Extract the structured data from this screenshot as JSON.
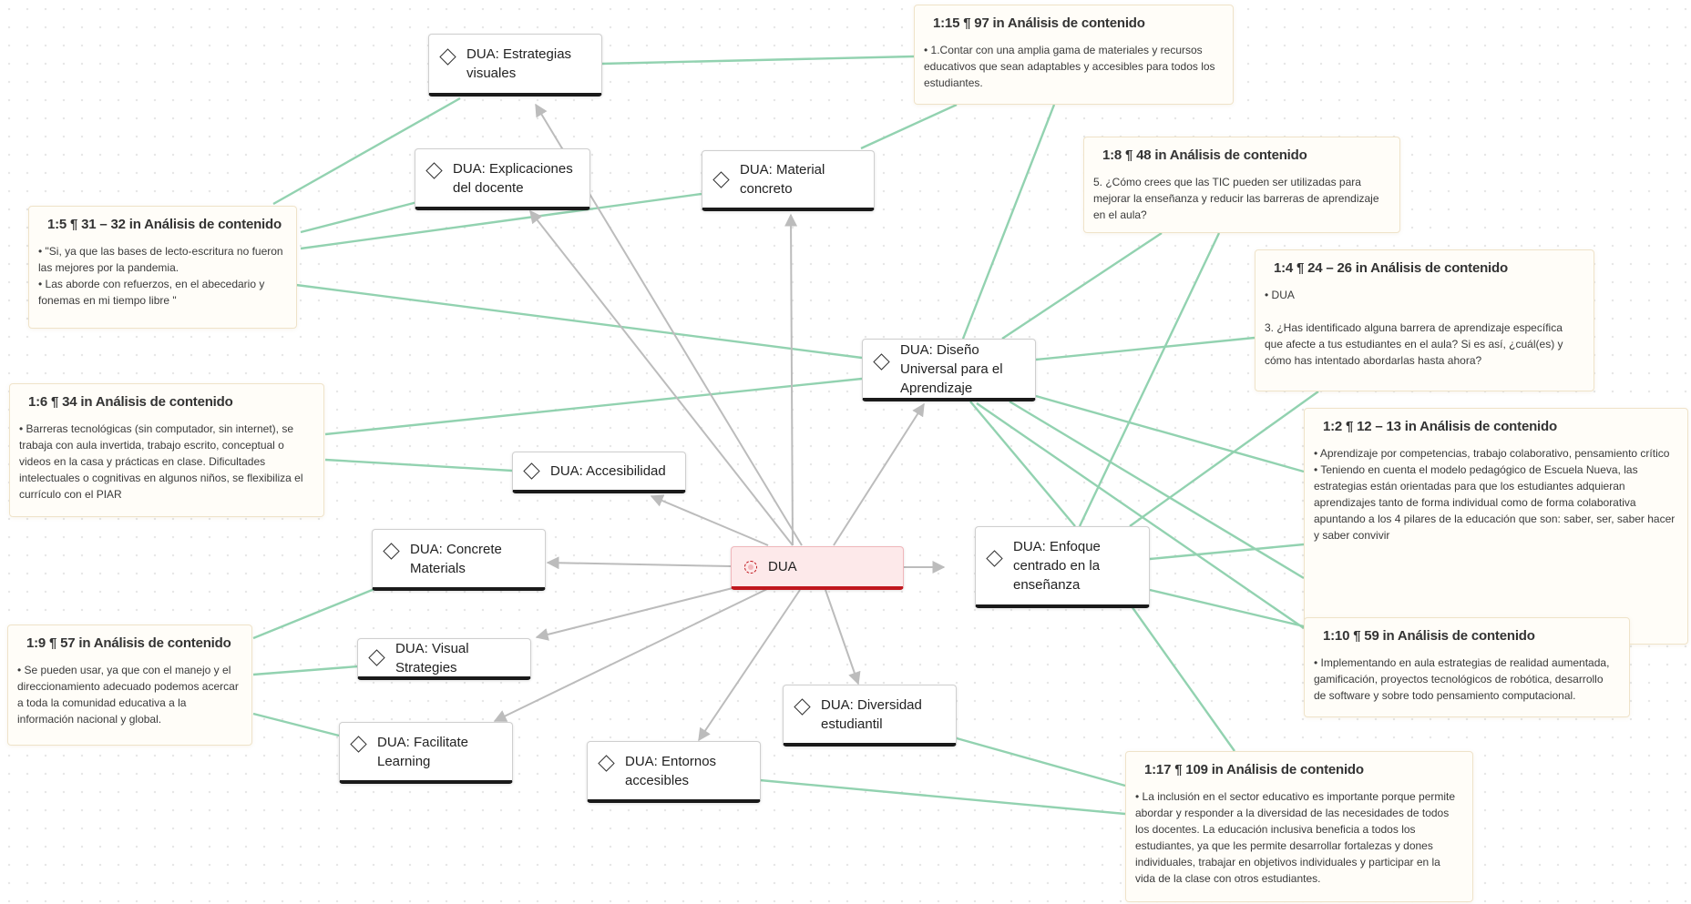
{
  "colors": {
    "link_line": "#92d2b0",
    "arrow_line": "#bcbcbc",
    "core_fill": "#fde9ea",
    "core_border": "#c0171d",
    "note_fill": "#fffdf8"
  },
  "core": {
    "label": "DUA",
    "icon": "code-group-icon"
  },
  "codes": {
    "estrategias_visuales": "DUA: Estrategias visuales",
    "explicaciones_docente": "DUA: Explicaciones del docente",
    "material_concreto": "DUA: Material concreto",
    "diseno_universal": "DUA: Diseño Universal para el Aprendizaje",
    "accesibilidad": "DUA: Accesibilidad",
    "concrete_materials": "DUA: Concrete Materials",
    "visual_strategies": "DUA: Visual Strategies",
    "facilitate_learning": "DUA: Facilitate Learning",
    "entornos_accesibles": "DUA: Entornos accesibles",
    "diversidad_estudiantil": "DUA: Diversidad estudiantil",
    "enfoque_ensenanza": "DUA: Enfoque centrado en la enseñanza"
  },
  "quotes": {
    "q1_15": {
      "title": "1:15 ¶ 97 in Análisis de contenido",
      "text": "•           1.Contar con una amplia gama de materiales y recursos educativos que sean adaptables y accesibles para todos los estudiantes."
    },
    "q1_8": {
      "title": "1:8 ¶ 48 in Análisis de contenido",
      "text": "5. ¿Cómo crees que las TIC pueden ser utilizadas para mejorar la enseñanza y reducir las barreras de aprendizaje en el aula?"
    },
    "q1_5": {
      "title": "1:5 ¶ 31 – 32 in Análisis de contenido",
      "text": "•           \"Si, ya que las bases de lecto-escritura no fueron las mejores por la pandemia.\n•           Las aborde con refuerzos, en el abecedario y fonemas en mi tiempo libre \""
    },
    "q1_4": {
      "title": "1:4 ¶ 24 – 26 in Análisis de contenido",
      "text": "•           DUA\n\n3. ¿Has identificado alguna barrera de aprendizaje específica que afecte a tus estudiantes en el aula? Si es así, ¿cuál(es) y cómo has intentado abordarlas hasta ahora?"
    },
    "q1_6": {
      "title": "1:6 ¶ 34 in Análisis de contenido",
      "text": "•           Barreras tecnológicas (sin computador, sin internet), se trabaja con aula invertida, trabajo escrito, conceptual o videos en la casa y prácticas en clase. Dificultades intelectuales o cognitivas en algunos niños, se flexibiliza el currículo con el PIAR"
    },
    "q1_2": {
      "title": "1:2 ¶ 12 – 13 in Análisis de contenido",
      "text": "•           Aprendizaje por competencias, trabajo colaborativo, pensamiento crítico\n•           Teniendo en cuenta el modelo pedagógico de Escuela Nueva, las estrategias están orientadas para que los estudiantes adquieran aprendizajes tanto de forma individual como de forma colaborativa apuntando a los 4 pilares de la educación que son: saber, ser, saber hacer y saber convivir"
    },
    "q1_9": {
      "title": "1:9 ¶ 57 in Análisis de contenido",
      "text": "•           Se pueden usar, ya que con el manejo y el direccionamiento adecuado podemos acercar a toda la comunidad educativa a la información nacional y global."
    },
    "q1_10": {
      "title": "1:10 ¶ 59 in Análisis de contenido",
      "text": "•           Implementando en aula estrategias de realidad aumentada, gamificación, proyectos tecnológicos de robótica, desarrollo de software y sobre todo pensamiento computacional."
    },
    "q1_17": {
      "title": "1:17 ¶ 109 in Análisis de contenido",
      "text": "•           La inclusión en el sector educativo es importante porque permite abordar y responder a la diversidad de las necesidades de todos los docentes. La educación inclusiva beneficia a todos los estudiantes, ya que les permite desarrollar fortalezas y dones individuales, trabajar en objetivos individuales y participar en la vida de la clase con otros estudiantes."
    }
  }
}
